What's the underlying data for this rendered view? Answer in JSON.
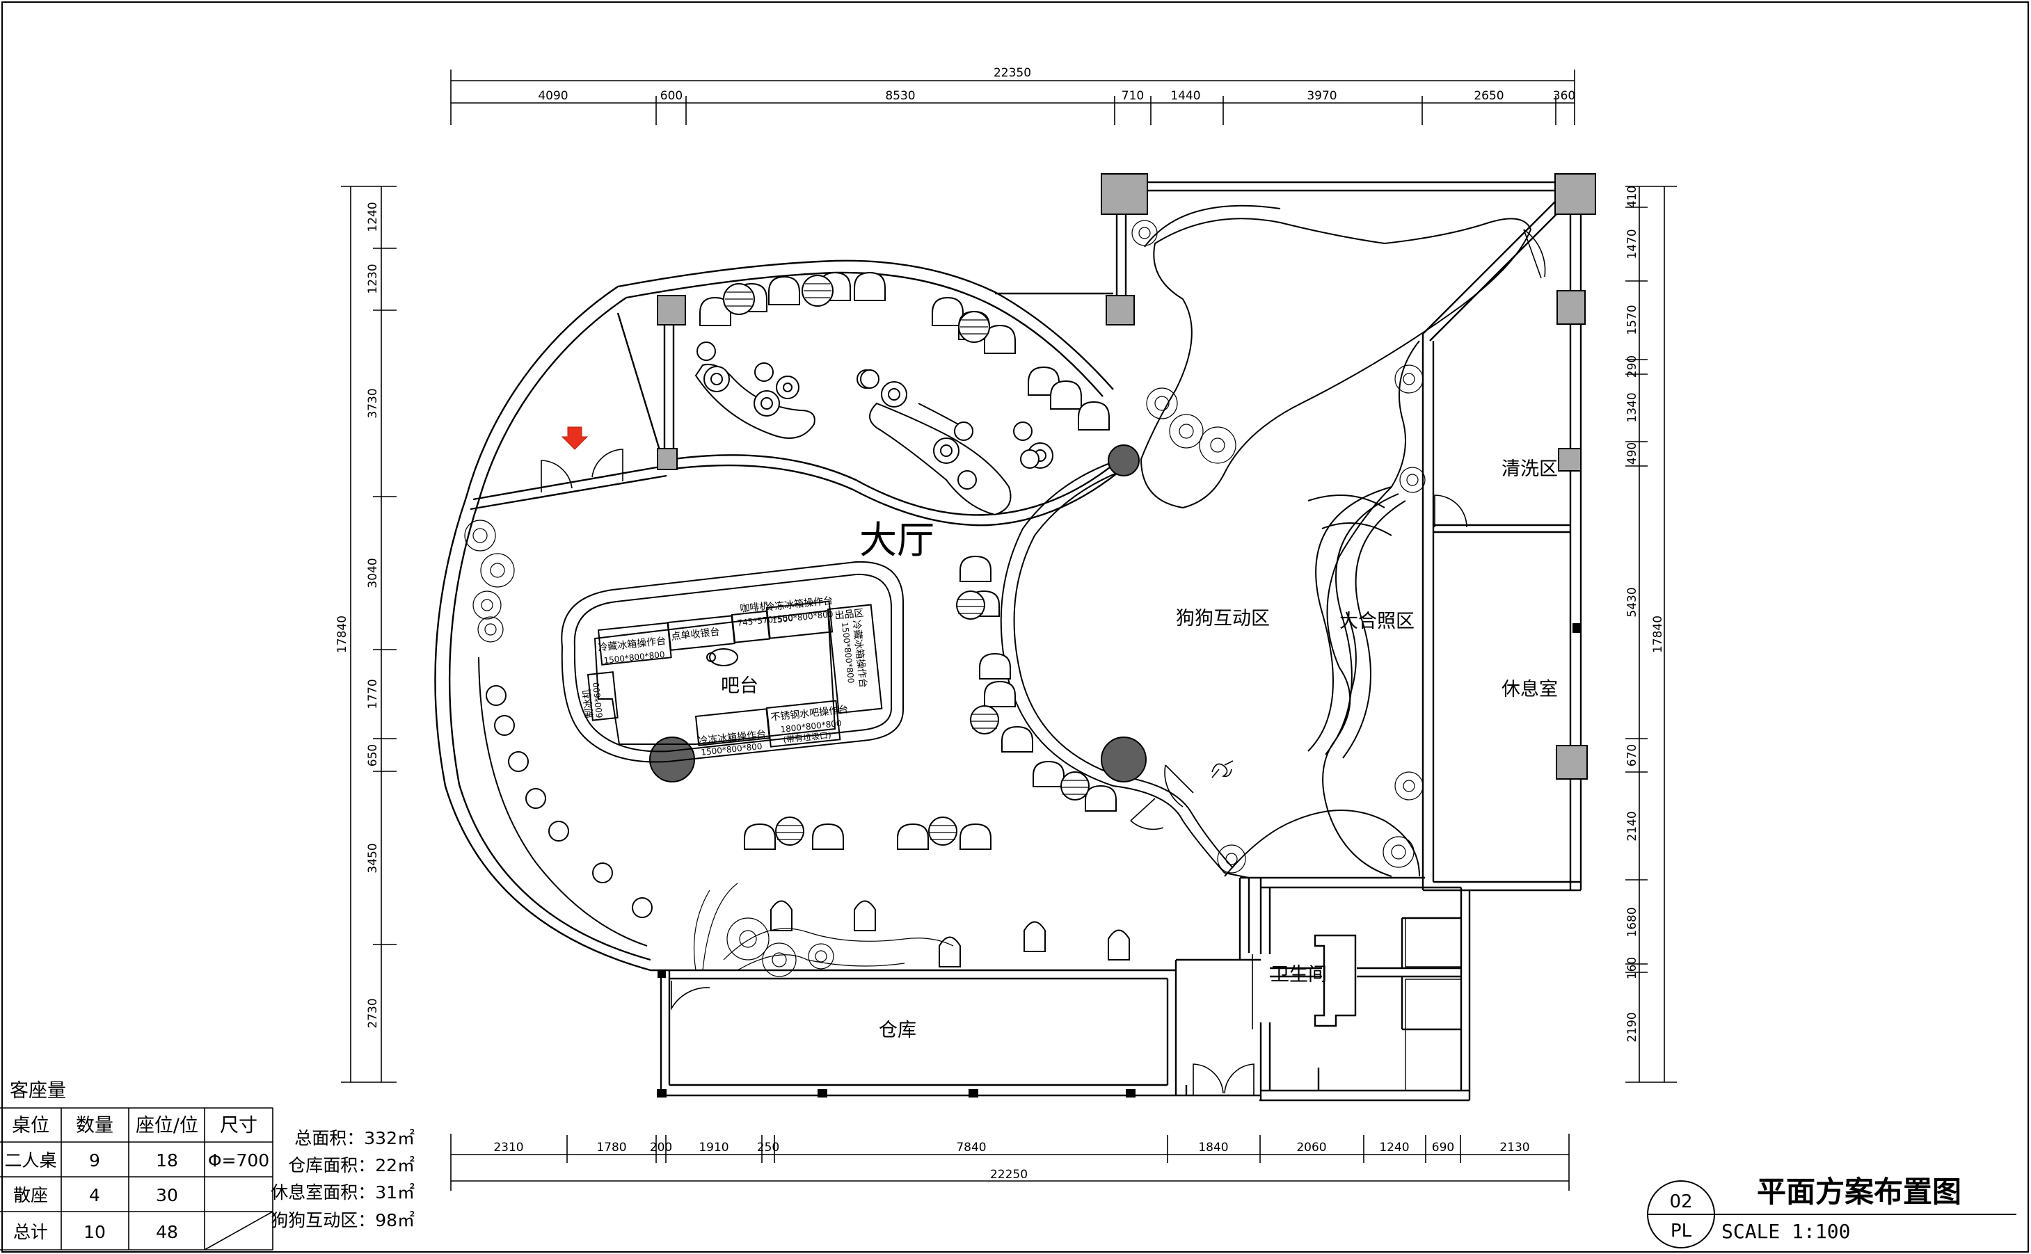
{
  "drawing": {
    "title": "平面方案布置图",
    "scale": "SCALE 1:100",
    "sheet_number": "02",
    "sheet_code": "PL"
  },
  "dimensions": {
    "top_total": "22350",
    "top": [
      "4090",
      "600",
      "8530",
      "710",
      "1440",
      "3970",
      "2650",
      "360"
    ],
    "bottom": [
      "2310",
      "1780",
      "200",
      "1910",
      "250",
      "7840",
      "1840",
      "2060",
      "1240",
      "690",
      "2130"
    ],
    "bottom_total": "22250",
    "left_total": "17840",
    "left": [
      "1240",
      "1230",
      "3730",
      "3040",
      "1770",
      "650",
      "3450",
      "2730"
    ],
    "right_total": "17840",
    "right": [
      "410",
      "1470",
      "1570",
      "290",
      "1340",
      "490",
      "5430",
      "670",
      "2140",
      "1680",
      "160",
      "2190"
    ]
  },
  "rooms": {
    "hall": "大厅",
    "bar": "吧台",
    "dog_area": "狗狗互动区",
    "group_photo": "大合照区",
    "wash": "清洗区",
    "lounge": "休息室",
    "toilet": "卫生间",
    "storage": "仓库"
  },
  "bar_equipment": {
    "e1": [
      "冷藏冰箱操作台",
      "1500*800*800"
    ],
    "e2": [
      "点单收银台"
    ],
    "e3": [
      "咖啡机",
      "745*570*550"
    ],
    "e4": [
      "冷冻冰箱操作台",
      "1500*800*800"
    ],
    "e5": [
      "出品区"
    ],
    "e6": [
      "冷藏冰箱操作台",
      "1500*800*800"
    ],
    "e7": [
      "制冰机",
      "600*600"
    ],
    "e8": [
      "冷冻冰箱操作台",
      "1500*800*800"
    ],
    "e9": [
      "不锈钢水吧操作台",
      "1800*800*800",
      "(带有垃圾口)"
    ]
  },
  "seating": {
    "title": "客座量",
    "headers": [
      "桌位",
      "数量",
      "座位/位",
      "尺寸"
    ],
    "rows": [
      [
        "二人桌",
        "9",
        "18",
        "Φ=700"
      ],
      [
        "散座",
        "4",
        "30",
        ""
      ],
      [
        "总计",
        "10",
        "48",
        ""
      ]
    ]
  },
  "areas": [
    "总面积：332㎡",
    "仓库面积：22㎡",
    "休息室面积：31㎡",
    "狗狗互动区：98㎡"
  ],
  "colors": {
    "line": "#000000",
    "column_fill": "#5f5f5f",
    "pillar_fill": "#a8a8a8",
    "entrance_arrow": "#e8301c"
  }
}
